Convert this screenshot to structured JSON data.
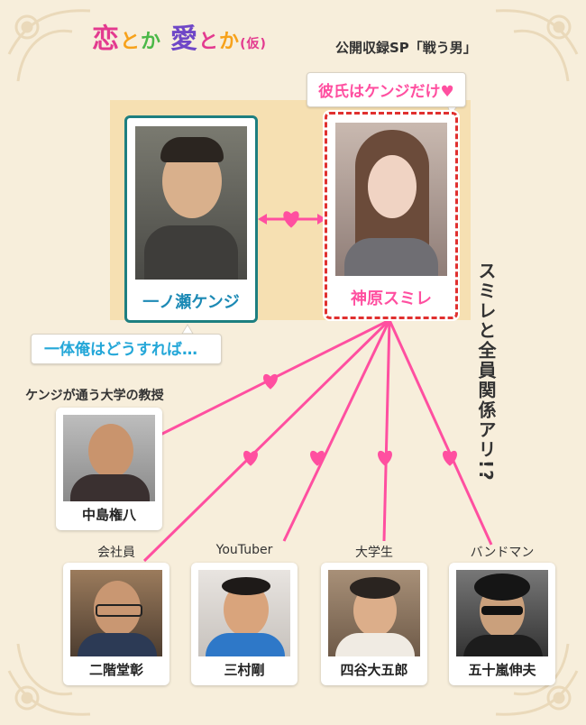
{
  "header": {
    "logo_text": [
      "恋",
      "と",
      "か",
      " ",
      "愛",
      "と",
      "か",
      "(仮)"
    ],
    "subtitle": "公開収録SP「戦う男」"
  },
  "bubbles": {
    "sumire_quote": "彼氏はケンジだけ♥",
    "kenji_quote": "一体俺はどうすれば…"
  },
  "main": {
    "kenji": {
      "name": "一ノ瀬ケンジ"
    },
    "sumire": {
      "name": "神原スミレ"
    }
  },
  "side_note": "スミレと全員関係アリ!?",
  "people": [
    {
      "role": "ケンジが通う大学の教授",
      "name": "中島権八"
    },
    {
      "role": "会社員",
      "name": "二階堂彰"
    },
    {
      "role": "YouTuber",
      "name": "三村剛"
    },
    {
      "role": "大学生",
      "name": "四谷大五郎"
    },
    {
      "role": "バンドマン",
      "name": "五十嵐伸夫"
    }
  ],
  "colors": {
    "background": "#f7eedb",
    "pink": "#ff4fa0",
    "teal_border": "#1d7f80",
    "red_dashed_border": "#e0302f",
    "kenji_name": "#1d8ab5",
    "highlight": "#f5dca8",
    "logo_letters": [
      "#e33a8f",
      "#f7a21b",
      "#4cb848",
      "#ffffff",
      "#6f47c7",
      "#e33a8f",
      "#f7a21b",
      "#e33a8f"
    ]
  },
  "icons": [
    "heart-icon",
    "double-arrow-icon",
    "floral-ornament-icon",
    "person-photo"
  ]
}
